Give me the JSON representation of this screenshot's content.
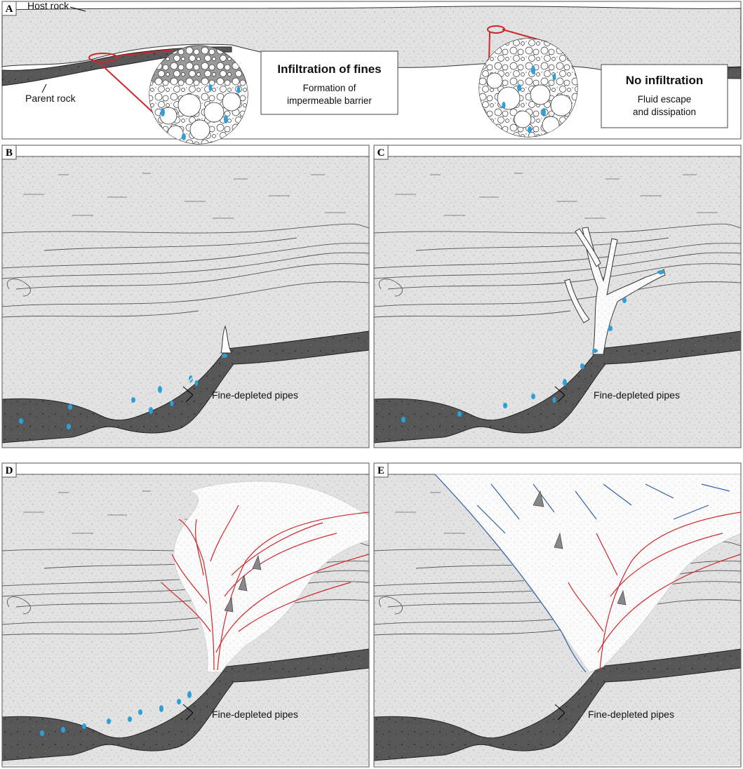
{
  "panelA": {
    "letter": "A",
    "host_rock_label": "Host rock",
    "parent_rock_label": "Parent rock",
    "left_box": {
      "title": "Infiltration of fines",
      "line1": "Formation of",
      "line2": "impermeable barrier"
    },
    "right_box": {
      "title": "No infiltration",
      "line1": "Fluid escape",
      "line2": "and dissipation"
    }
  },
  "panels": [
    {
      "letter": "B",
      "pipes_label": "Fine-depleted pipes"
    },
    {
      "letter": "C",
      "pipes_label": "Fine-depleted pipes"
    },
    {
      "letter": "D",
      "pipes_label": "Fine-depleted pipes"
    },
    {
      "letter": "E",
      "pipes_label": "Fine-depleted pipes"
    }
  ],
  "colors": {
    "host_rock": "#e2e2e2",
    "parent_rock": "#555555",
    "fluid": "#2f9fd8",
    "red_veins": "#d0262b",
    "blue_veins": "#2f5fa8",
    "callout": "#d0262b"
  }
}
